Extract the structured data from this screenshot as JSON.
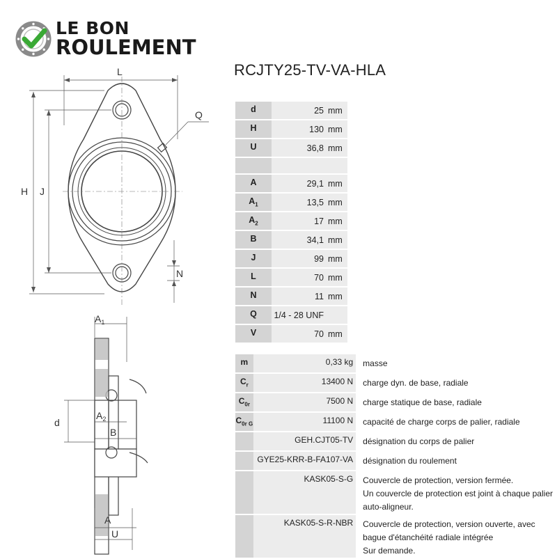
{
  "brand": {
    "line1": "LE BON",
    "line2": "ROULEMENT"
  },
  "product": {
    "title": "RCJTY25-TV-VA-HLA"
  },
  "drawing": {
    "labels": {
      "L": "L",
      "Q": "Q",
      "H": "H",
      "J": "J",
      "N": "N",
      "A1": "A",
      "A1_sub": "1",
      "A2": "A",
      "A2_sub": "2",
      "d": "d",
      "B": "B",
      "A": "A",
      "U": "U"
    }
  },
  "dimensions": [
    {
      "sym": "d",
      "sub": "",
      "value": "25",
      "unit": "mm"
    },
    {
      "sym": "H",
      "sub": "",
      "value": "130",
      "unit": "mm"
    },
    {
      "sym": "U",
      "sub": "",
      "value": "36,8",
      "unit": "mm"
    },
    {
      "gap": true
    },
    {
      "sym": "A",
      "sub": "",
      "value": "29,1",
      "unit": "mm"
    },
    {
      "sym": "A",
      "sub": "1",
      "value": "13,5",
      "unit": "mm"
    },
    {
      "sym": "A",
      "sub": "2",
      "value": "17",
      "unit": "mm"
    },
    {
      "sym": "B",
      "sub": "",
      "value": "34,1",
      "unit": "mm"
    },
    {
      "sym": "J",
      "sub": "",
      "value": "99",
      "unit": "mm"
    },
    {
      "sym": "L",
      "sub": "",
      "value": "70",
      "unit": "mm"
    },
    {
      "sym": "N",
      "sub": "",
      "value": "11",
      "unit": "mm"
    },
    {
      "sym": "Q",
      "sub": "",
      "value": "1/4 - 28 UNF",
      "unit": ""
    },
    {
      "sym": "V",
      "sub": "",
      "value": "70",
      "unit": "mm"
    }
  ],
  "properties": [
    {
      "sym": "m",
      "sub": "",
      "value": "0,33",
      "unit": "kg",
      "desc": [
        "masse"
      ]
    },
    {
      "sym": "C",
      "sub": "r",
      "value": "13400",
      "unit": "N",
      "desc": [
        "charge dyn. de base, radiale"
      ]
    },
    {
      "sym": "C",
      "sub": "0r",
      "value": "7500",
      "unit": "N",
      "desc": [
        "charge statique de base, radiale"
      ]
    },
    {
      "sym": "C",
      "sub": "0r G",
      "value": "11100",
      "unit": "N",
      "desc": [
        "capacité de charge corps de palier, radiale"
      ]
    },
    {
      "sym": "",
      "sub": "",
      "value": "GEH.CJT05-TV",
      "unit": "",
      "desc": [
        "désignation du corps de palier"
      ]
    },
    {
      "sym": "",
      "sub": "",
      "value": "GYE25-KRR-B-FA107-VA",
      "unit": "",
      "desc": [
        "désignation du roulement"
      ]
    },
    {
      "sym": "",
      "sub": "",
      "value": "KASK05-S-G",
      "unit": "",
      "desc": [
        "Couvercle de protection, version fermée.",
        "Un couvercle de protection est joint à chaque palier",
        "auto-aligneur."
      ]
    },
    {
      "sym": "",
      "sub": "",
      "value": "KASK05-S-R-NBR",
      "unit": "",
      "desc": [
        "Couvercle de protection, version ouverte, avec",
        "bague d'étanchéité radiale intégrée",
        "Sur demande."
      ]
    }
  ]
}
